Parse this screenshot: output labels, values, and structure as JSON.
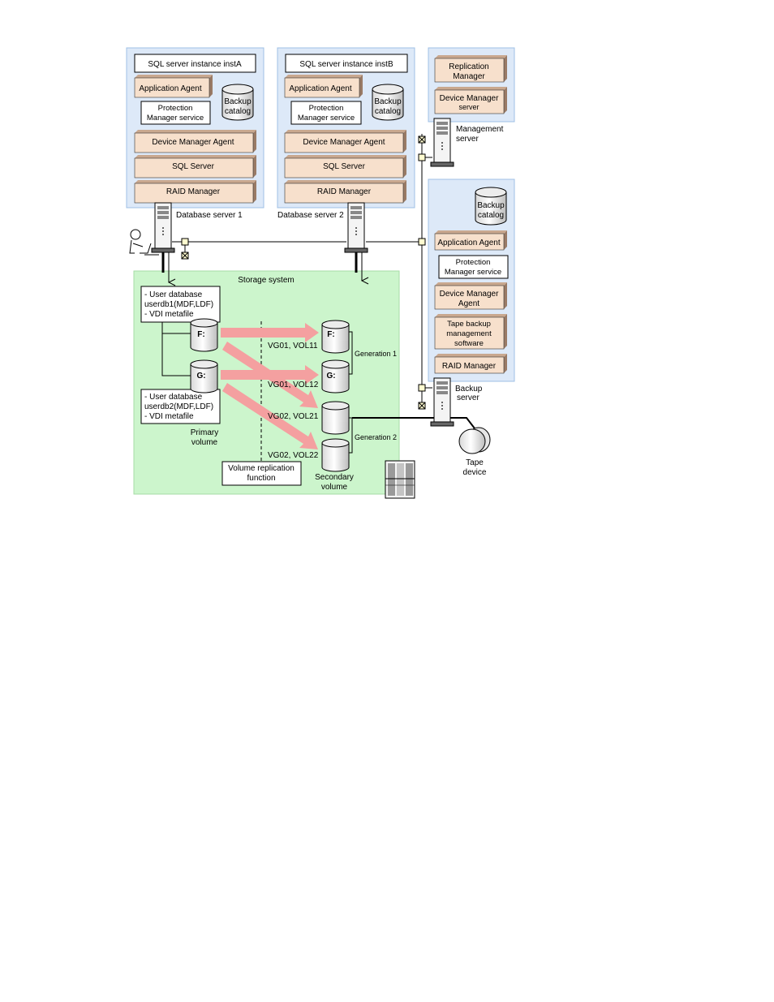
{
  "db1": {
    "instance": "SQL server instance instA",
    "app_agent": "Application Agent",
    "catalog": [
      "Backup",
      "catalog"
    ],
    "protection": [
      "Protection",
      "Manager service"
    ],
    "dm_agent": "Device Manager Agent",
    "sql_server": "SQL Server",
    "raid": "RAID Manager",
    "server_label": "Database server 1"
  },
  "db2": {
    "instance": "SQL server instance instB",
    "app_agent": "Application Agent",
    "catalog": [
      "Backup",
      "catalog"
    ],
    "protection": [
      "Protection",
      "Manager service"
    ],
    "dm_agent": "Device Manager Agent",
    "sql_server": "SQL Server",
    "raid": "RAID Manager",
    "server_label": "Database server 2"
  },
  "mgmt": {
    "replication": [
      "Replication",
      "Manager"
    ],
    "dm_server": [
      "Device Manager",
      "server"
    ],
    "server_label": [
      "Management",
      "server"
    ]
  },
  "backup": {
    "catalog": [
      "Backup",
      "catalog"
    ],
    "app_agent": "Application Agent",
    "protection": [
      "Protection",
      "Manager service"
    ],
    "dm_agent": [
      "Device Manager",
      "Agent"
    ],
    "tape_sw": [
      "Tape backup",
      "management",
      "software"
    ],
    "raid": "RAID Manager",
    "server_label": [
      "Backup",
      "server"
    ]
  },
  "storage": {
    "title": "Storage system",
    "note1": [
      "- User database",
      "userdb1(MDF,LDF)",
      "- VDI metafile"
    ],
    "note2": [
      "- User database",
      "userdb2(MDF,LDF)",
      "- VDI metafile"
    ],
    "vol_f": "F:",
    "vol_g": "G:",
    "primary": [
      "Primary",
      "volume"
    ],
    "secondary": [
      "Secondary",
      "volume"
    ],
    "vol11": "VG01, VOL11",
    "vol12": "VG01, VOL12",
    "vol21": "VG02, VOL21",
    "vol22": "VG02, VOL22",
    "gen1": "Generation 1",
    "gen2": "Generation 2",
    "replication_fn": [
      "Volume replication",
      "function"
    ]
  },
  "tape": {
    "label": [
      "Tape",
      "device"
    ]
  },
  "colors": {
    "panel_blue": "#dde9f8",
    "panel_border": "#9fc0e6",
    "component": "#f7e0cc",
    "storage_green": "#ccf5cc",
    "arrow_pink": "#f4a0a0"
  }
}
